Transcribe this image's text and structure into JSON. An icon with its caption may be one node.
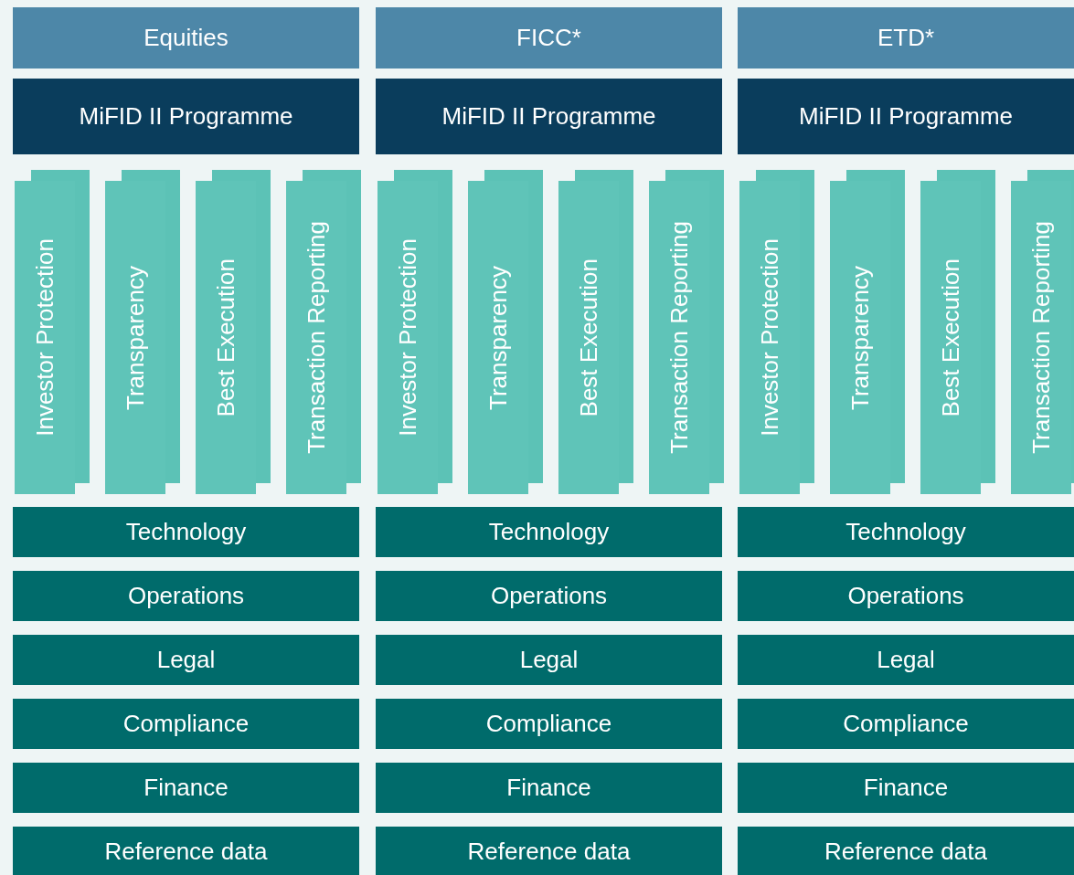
{
  "diagram": {
    "nodes": [
      {
        "text": [
          "Equities"
        ]
      },
      {
        "text": [
          "FICC*"
        ]
      },
      {
        "text": [
          "ETD*"
        ]
      },
      {
        "text": [
          "MiFID II Programme"
        ]
      },
      {
        "text": [
          "MiFID II Programme"
        ]
      },
      {
        "text": [
          "MiFID II Programme"
        ]
      },
      {
        "text": [
          "Investor Protection"
        ]
      },
      {
        "text": [
          "Transparency"
        ]
      },
      {
        "text": [
          "Best Execution"
        ]
      },
      {
        "text": [
          "Transaction Reporting"
        ]
      },
      {
        "text": [
          "Investor Protection"
        ]
      },
      {
        "text": [
          "Transparency"
        ]
      },
      {
        "text": [
          "Best Execution"
        ]
      },
      {
        "text": [
          "Transaction Reporting"
        ]
      },
      {
        "text": [
          "Investor Protection"
        ]
      },
      {
        "text": [
          "Transparency"
        ]
      },
      {
        "text": [
          "Best Execution"
        ]
      },
      {
        "text": [
          "Transaction Reporting"
        ]
      },
      {
        "text": [
          "Technology"
        ]
      },
      {
        "text": [
          "Technology"
        ]
      },
      {
        "text": [
          "Technology"
        ]
      },
      {
        "text": [
          "Operations"
        ]
      },
      {
        "text": [
          "Operations"
        ]
      },
      {
        "text": [
          "Operations"
        ]
      },
      {
        "text": [
          "Legal"
        ]
      },
      {
        "text": [
          "Legal"
        ]
      },
      {
        "text": [
          "Legal"
        ]
      },
      {
        "text": [
          "Compliance"
        ]
      },
      {
        "text": [
          "Compliance"
        ]
      },
      {
        "text": [
          "Compliance"
        ]
      },
      {
        "text": [
          "Finance"
        ]
      },
      {
        "text": [
          "Finance"
        ]
      },
      {
        "text": [
          "Finance"
        ]
      },
      {
        "text": [
          "Reference data"
        ]
      },
      {
        "text": [
          "Reference data"
        ]
      },
      {
        "text": [
          "Reference data"
        ]
      }
    ]
  }
}
